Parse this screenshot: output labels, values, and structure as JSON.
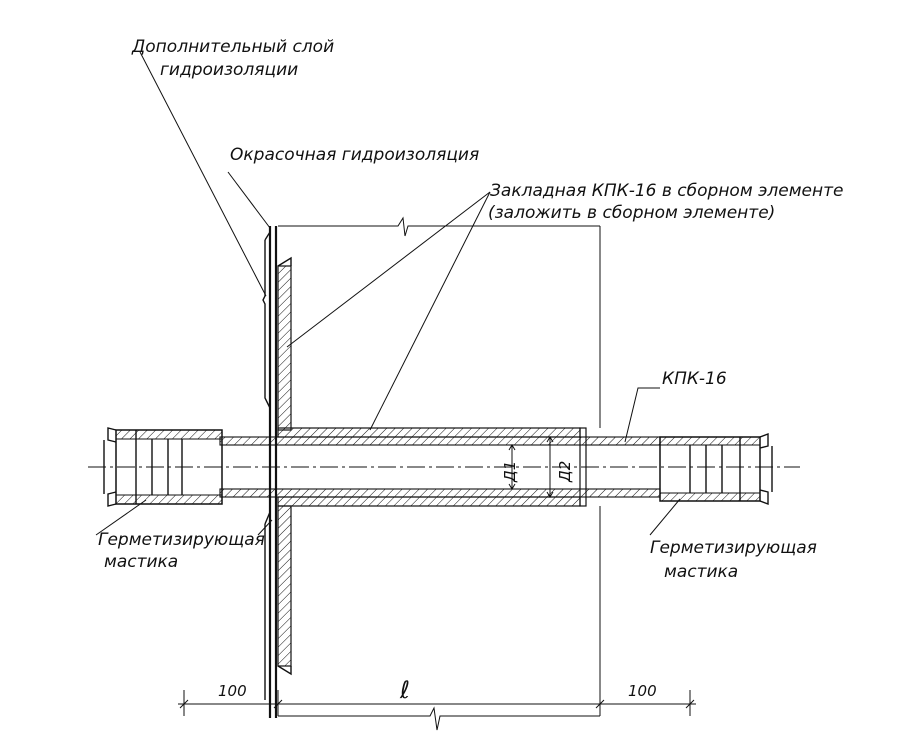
{
  "diagram": {
    "labels": {
      "extra_layer_line1": "Дополнительный слой",
      "extra_layer_line2": "гидроизоляции",
      "paint_waterproofing": "Окрасочная гидроизоляция",
      "embedded_line1": "Закладная КПК-16 в сборном элементе",
      "embedded_line2": "(заложить в сборном элементе)",
      "kpk": "КПК-16",
      "sealant_left_line1": "Герметизирующая",
      "sealant_left_line2": "мастика",
      "sealant_right_line1": "Герметизирующая",
      "sealant_right_line2": "мастика",
      "d1": "Д1",
      "d2": "Д2"
    },
    "dimensions": {
      "left": "100",
      "middle": "ℓ",
      "right": "100"
    }
  }
}
